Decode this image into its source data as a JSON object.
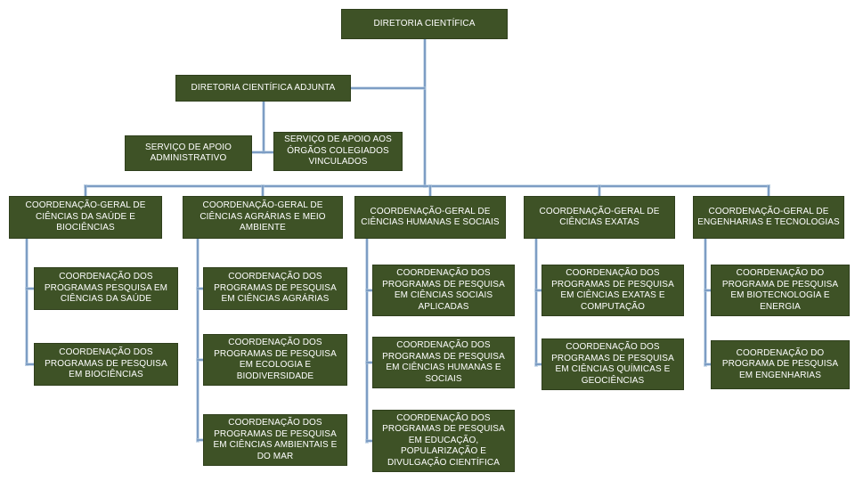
{
  "org": {
    "root": {
      "label": "DIRETORIA CIENTÍFICA"
    },
    "adjunct": {
      "label": "DIRETORIA CIENTÍFICA ADJUNTA"
    },
    "support": [
      {
        "label": "SERVIÇO DE APOIO ADMINISTRATIVO"
      },
      {
        "label": "SERVIÇO DE APOIO AOS ÓRGÃOS COLEGIADOS VINCULADOS"
      }
    ],
    "divisions": [
      {
        "label": "COORDENAÇÃO-GERAL DE CIÊNCIAS DA SAÚDE E BIOCIÊNCIAS",
        "children": [
          {
            "label": "COORDENAÇÃO DOS PROGRAMAS PESQUISA EM CIÊNCIAS DA SAÚDE"
          },
          {
            "label": "COORDENAÇÃO DOS PROGRAMAS DE PESQUISA EM BIOCIÊNCIAS"
          }
        ]
      },
      {
        "label": "COORDENAÇÃO-GERAL DE CIÊNCIAS AGRÁRIAS E MEIO AMBIENTE",
        "children": [
          {
            "label": "COORDENAÇÃO DOS PROGRAMAS DE PESQUISA EM CIÊNCIAS AGRÁRIAS"
          },
          {
            "label": "COORDENAÇÃO DOS PROGRAMAS DE PESQUISA EM ECOLOGIA E BIODIVERSIDADE"
          },
          {
            "label": "COORDENAÇÃO DOS PROGRAMAS DE PESQUISA EM CIÊNCIAS AMBIENTAIS E DO MAR"
          }
        ]
      },
      {
        "label": "COORDENAÇÃO-GERAL DE CIÊNCIAS HUMANAS E SOCIAIS",
        "children": [
          {
            "label": "COORDENAÇÃO DOS PROGRAMAS DE PESQUISA EM CIÊNCIAS SOCIAIS APLICADAS"
          },
          {
            "label": "COORDENAÇÃO DOS PROGRAMAS DE PESQUISA EM CIÊNCIAS HUMANAS E SOCIAIS"
          },
          {
            "label": "COORDENAÇÃO DOS PROGRAMAS DE PESQUISA EM EDUCAÇÃO, POPULARIZAÇÃO E DIVULGAÇÃO CIENTÍFICA"
          }
        ]
      },
      {
        "label": "COORDENAÇÃO-GERAL DE CIÊNCIAS EXATAS",
        "children": [
          {
            "label": "COORDENAÇÃO DOS PROGRAMAS DE PESQUISA EM CIÊNCIAS EXATAS E COMPUTAÇÃO"
          },
          {
            "label": "COORDENAÇÃO DOS PROGRAMAS DE PESQUISA EM CIÊNCIAS QUÍMICAS E GEOCIÊNCIAS"
          }
        ]
      },
      {
        "label": "COORDENAÇÃO-GERAL DE ENGENHARIAS E TECNOLOGIAS",
        "children": [
          {
            "label": "COORDENAÇÃO DO PROGRAMA DE PESQUISA EM BIOTECNOLOGIA E ENERGIA"
          },
          {
            "label": "COORDENAÇÃO DO PROGRAMA DE PESQUISA EM ENGENHARIAS"
          }
        ]
      }
    ],
    "colors": {
      "box_fill": "#3E5226",
      "box_border": "#2F3F1C",
      "connector": "#7D9DC4",
      "text": "#FFFFFF"
    }
  }
}
